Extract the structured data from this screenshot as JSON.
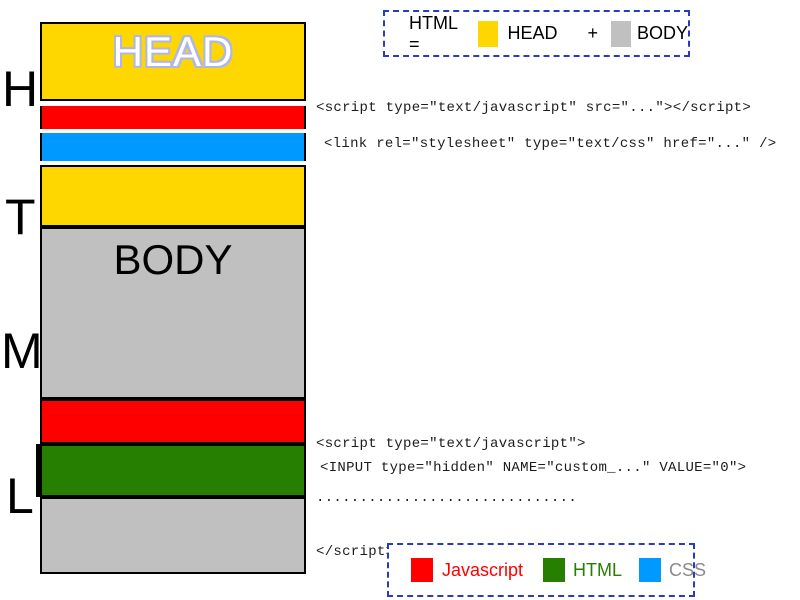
{
  "diagram": {
    "letters": [
      "H",
      "T",
      "M",
      "L"
    ],
    "blocks": {
      "head": {
        "label": "HEAD",
        "color": "#FFD700"
      },
      "head_js_bar": {
        "color": "#FF0000"
      },
      "head_css_bar": {
        "color": "#0099FF"
      },
      "head_rest": {
        "color": "#FFD700"
      },
      "body": {
        "label": "BODY",
        "color": "#C0C0C0"
      },
      "body_js_bar": {
        "color": "#FF0000"
      },
      "body_html_bar": {
        "color": "#267F00"
      },
      "body_rest": {
        "color": "#C0C0C0"
      }
    },
    "annotations": {
      "external_script": "<script type=\"text/javascript\" src=\"...\"></script>",
      "stylesheet_link": "<link rel=\"stylesheet\" type=\"text/css\" href=\"...\" />",
      "inline_script_open": "<script type=\"text/javascript\">",
      "inline_script_body": "..............................",
      "inline_script_close": "</script>",
      "hidden_input": "<INPUT type=\"hidden\" NAME=\"custom_...\" VALUE=\"0\">"
    }
  },
  "legend_top": {
    "formula": "HTML =",
    "plus": "+",
    "head": {
      "label": "HEAD",
      "color": "#FFD700"
    },
    "body": {
      "label": "BODY",
      "color": "#C0C0C0"
    }
  },
  "legend_bottom": {
    "javascript": {
      "label": "Javascript",
      "swatch": "#FF0000",
      "text_color": "#FF0000"
    },
    "html": {
      "label": "HTML",
      "swatch": "#267F00",
      "text_color": "#267F00"
    },
    "css": {
      "label": "CSS",
      "swatch": "#0099FF",
      "text_color": "#8a8a8a"
    }
  }
}
